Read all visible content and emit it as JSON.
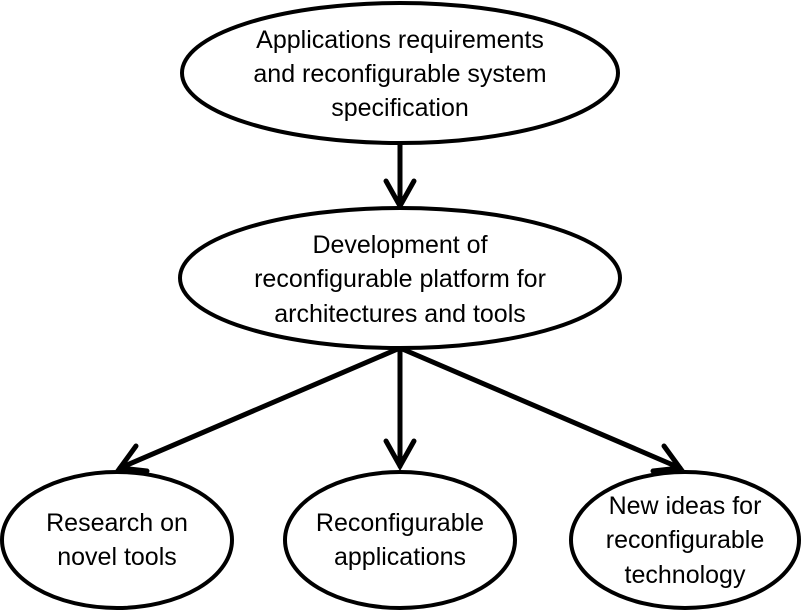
{
  "diagram": {
    "nodes": [
      {
        "id": "requirements",
        "lines": [
          "Applications requirements",
          "and reconfigurable system",
          "specification"
        ]
      },
      {
        "id": "platform",
        "lines": [
          "Development of",
          "reconfigurable platform for",
          "architectures and tools"
        ]
      },
      {
        "id": "research",
        "lines": [
          "Research on",
          "novel tools"
        ]
      },
      {
        "id": "applications",
        "lines": [
          "Reconfigurable",
          "applications"
        ]
      },
      {
        "id": "ideas",
        "lines": [
          "New ideas for",
          "reconfigurable",
          "technology"
        ]
      }
    ],
    "edges": [
      {
        "from": "requirements",
        "to": "platform"
      },
      {
        "from": "platform",
        "to": "research"
      },
      {
        "from": "platform",
        "to": "applications"
      },
      {
        "from": "platform",
        "to": "ideas"
      }
    ]
  }
}
